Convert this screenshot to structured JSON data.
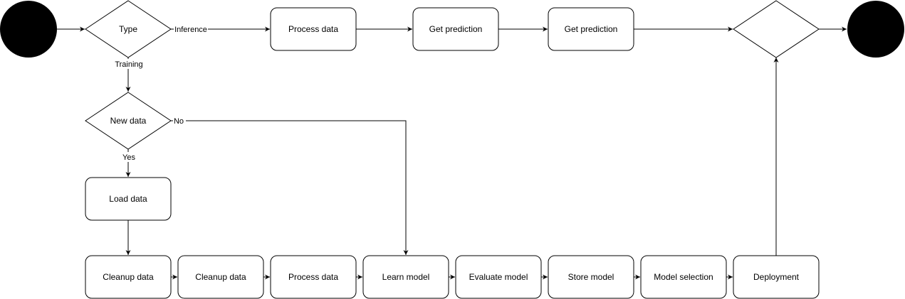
{
  "diagram": {
    "nodes": [
      {
        "id": "start",
        "type": "start",
        "label": ""
      },
      {
        "id": "type",
        "type": "decision",
        "label": "Type"
      },
      {
        "id": "new_data",
        "type": "decision",
        "label": "New data"
      },
      {
        "id": "load_data",
        "type": "process",
        "label": "Load data"
      },
      {
        "id": "cleanup1",
        "type": "process",
        "label": "Cleanup data"
      },
      {
        "id": "cleanup2",
        "type": "process",
        "label": "Cleanup data"
      },
      {
        "id": "process_train",
        "type": "process",
        "label": "Process data"
      },
      {
        "id": "learn",
        "type": "process",
        "label": "Learn model"
      },
      {
        "id": "evaluate",
        "type": "process",
        "label": "Evaluate model"
      },
      {
        "id": "store",
        "type": "process",
        "label": "Store model"
      },
      {
        "id": "selection",
        "type": "process",
        "label": "Model selection"
      },
      {
        "id": "deployment",
        "type": "process",
        "label": "Deployment"
      },
      {
        "id": "process_inf",
        "type": "process",
        "label": "Process data"
      },
      {
        "id": "pred1",
        "type": "process",
        "label": "Get prediction"
      },
      {
        "id": "pred2",
        "type": "process",
        "label": "Get prediction"
      },
      {
        "id": "merge",
        "type": "decision",
        "label": ""
      },
      {
        "id": "end",
        "type": "end",
        "label": ""
      }
    ],
    "edges": [
      {
        "id": "e-start-type",
        "from": "start",
        "to": "type",
        "label": ""
      },
      {
        "id": "e-type-inf",
        "from": "type",
        "to": "process_inf",
        "label": "Inference"
      },
      {
        "id": "e-inf-pred1",
        "from": "process_inf",
        "to": "pred1",
        "label": ""
      },
      {
        "id": "e-pred1-pred2",
        "from": "pred1",
        "to": "pred2",
        "label": ""
      },
      {
        "id": "e-pred2-merge",
        "from": "pred2",
        "to": "merge",
        "label": ""
      },
      {
        "id": "e-merge-end",
        "from": "merge",
        "to": "end",
        "label": ""
      },
      {
        "id": "e-type-new",
        "from": "type",
        "to": "new_data",
        "label": "Training"
      },
      {
        "id": "e-new-load",
        "from": "new_data",
        "to": "load_data",
        "label": "Yes"
      },
      {
        "id": "e-new-learn",
        "from": "new_data",
        "to": "learn",
        "label": "No"
      },
      {
        "id": "e-load-clean1",
        "from": "load_data",
        "to": "cleanup1",
        "label": ""
      },
      {
        "id": "e-clean1-clean2",
        "from": "cleanup1",
        "to": "cleanup2",
        "label": ""
      },
      {
        "id": "e-clean2-proc",
        "from": "cleanup2",
        "to": "process_train",
        "label": ""
      },
      {
        "id": "e-proc-learn",
        "from": "process_train",
        "to": "learn",
        "label": ""
      },
      {
        "id": "e-learn-eval",
        "from": "learn",
        "to": "evaluate",
        "label": ""
      },
      {
        "id": "e-eval-store",
        "from": "evaluate",
        "to": "store",
        "label": ""
      },
      {
        "id": "e-store-sel",
        "from": "store",
        "to": "selection",
        "label": ""
      },
      {
        "id": "e-sel-deploy",
        "from": "selection",
        "to": "deployment",
        "label": ""
      },
      {
        "id": "e-deploy-merge",
        "from": "deployment",
        "to": "merge",
        "label": ""
      }
    ]
  }
}
